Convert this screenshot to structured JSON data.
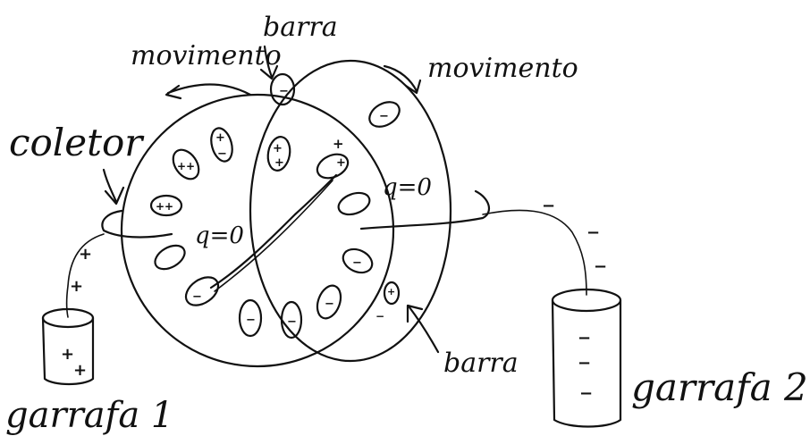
{
  "labels": {
    "movimento_left": "movimento",
    "barra_top": "barra",
    "movimento_right": "movimento",
    "coletor": "coletor",
    "q_left": "q=0",
    "q_right": "q=0",
    "barra_bottom": "barra",
    "garrafa1": "garrafa 1",
    "garrafa2": "garrafa 2"
  },
  "signs": {
    "plus": "+",
    "minus": "−",
    "double_plus": "++",
    "plus_minus": "+−"
  },
  "colors": {
    "ink": "#111111",
    "background": "#ffffff"
  }
}
